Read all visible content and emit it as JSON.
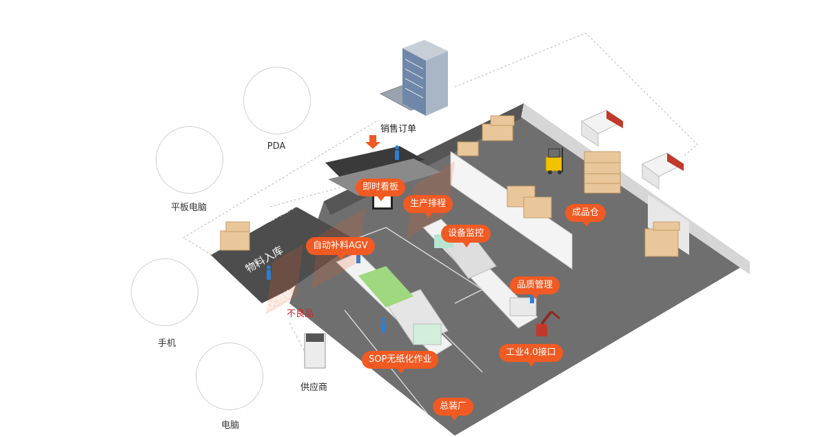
{
  "devices": [
    {
      "label": "PDA",
      "icon": "pda-icon"
    },
    {
      "label": "平板电脑",
      "icon": "tablet-icon"
    },
    {
      "label": "手机",
      "icon": "phone-icon"
    },
    {
      "label": "电脑",
      "icon": "computer-icon"
    }
  ],
  "labels": {
    "sales_order": "销售订单",
    "supplier": "供应商",
    "fifo": "物料出库FIFO",
    "material_in": "物料入库",
    "iqc": "IQC检验",
    "defective": "不良品"
  },
  "bubbles": {
    "kanban": "即时看板",
    "scheduling": "生产排程",
    "agv": "自动补料AGV",
    "equipment": "设备监控",
    "finished_goods": "成品仓",
    "quality": "品质管理",
    "sop": "SOP无纸化作业",
    "industry40": "工业4.0接口",
    "assembly": "总装厂"
  },
  "colors": {
    "accent": "#f15a22",
    "floor": "#6e6e6e",
    "wall": "#ececec",
    "worker": "#2f7fd0"
  }
}
